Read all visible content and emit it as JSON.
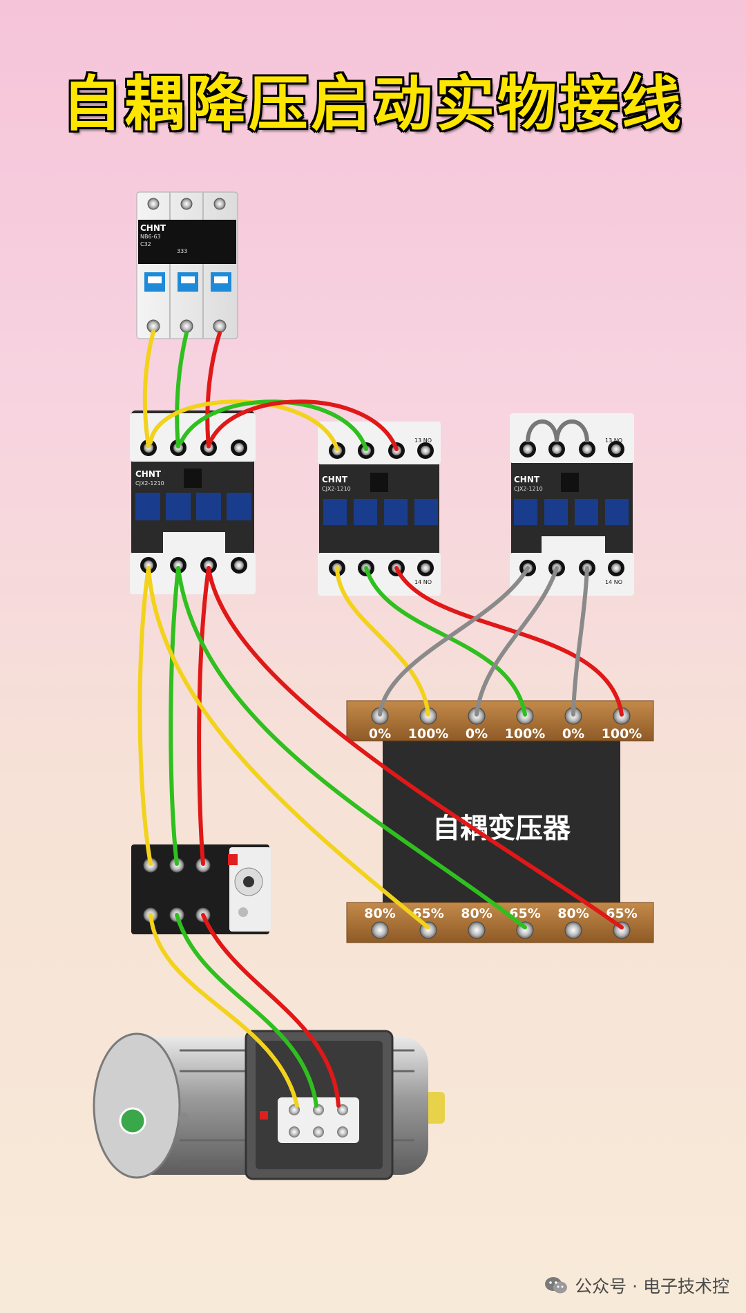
{
  "title": "自耦降压启动实物接线",
  "breaker": {
    "brand": "CHNT",
    "model": "NB6-63",
    "rating": "C32",
    "code": "333"
  },
  "contactors": [
    {
      "brand": "CHNT",
      "model": "CJX2-1210"
    },
    {
      "brand": "CHNT",
      "model": "CJX2-1210"
    },
    {
      "brand": "CHNT",
      "model": "CJX2-1210"
    }
  ],
  "terminal_marks": {
    "aux_no_top": "13 NO",
    "aux_no_bottom": "14 NO"
  },
  "transformer": {
    "label": "自耦变压器",
    "top_taps": [
      "0%",
      "100%",
      "0%",
      "100%",
      "0%",
      "100%"
    ],
    "bottom_taps": [
      "80%",
      "65%",
      "80%",
      "65%",
      "80%",
      "65%"
    ]
  },
  "wire_colors": {
    "L1": "#f2d21b",
    "L2": "#2fbf1f",
    "L3": "#e01818",
    "star": "#8a8a8a"
  },
  "footer": {
    "source": "公众号 · 电子技术控",
    "icon": "wechat-icon"
  }
}
